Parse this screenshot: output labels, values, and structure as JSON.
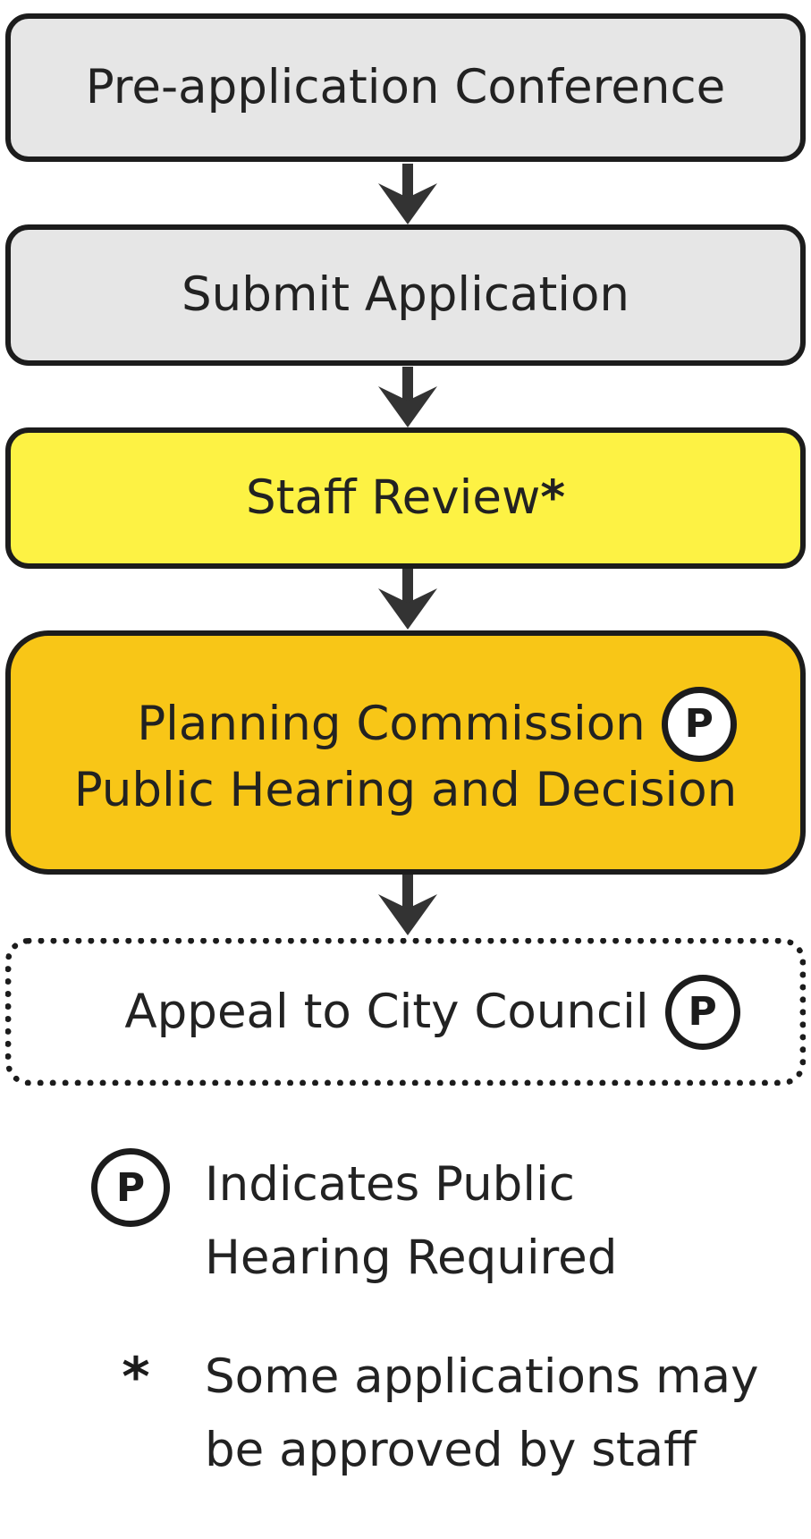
{
  "flowchart": {
    "steps": [
      {
        "label": "Pre-application Conference"
      },
      {
        "label": "Submit Application"
      },
      {
        "label": "Staff Review",
        "marker": "*"
      },
      {
        "line1": "Planning Commission",
        "line2": "Public Hearing and Decision",
        "badge": "P"
      },
      {
        "label": "Appeal to City Council",
        "badge": "P"
      }
    ],
    "colors": {
      "gray_box": "#e6e6e6",
      "yellow_box": "#fdf244",
      "gold_box": "#f8c617",
      "border": "#1c1c1c"
    }
  },
  "legend": {
    "public_hearing": {
      "symbol": "P",
      "line1": "Indicates Public",
      "line2": "Hearing Required"
    },
    "staff_approval": {
      "symbol": "*",
      "line1": "Some applications may",
      "line2": "be approved by staff"
    }
  }
}
